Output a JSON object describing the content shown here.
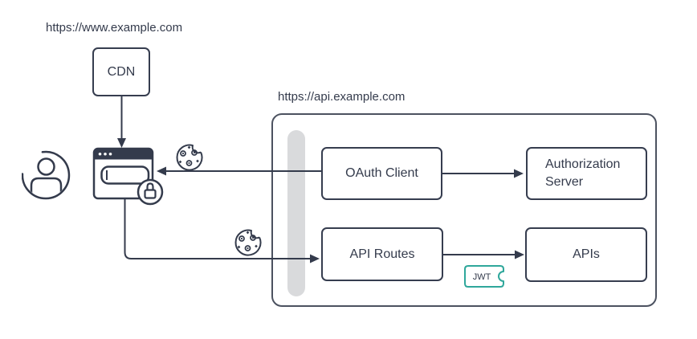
{
  "domains": {
    "www": "https://www.example.com",
    "api": "https://api.example.com"
  },
  "nodes": {
    "cdn": "CDN",
    "oauth_client": "OAuth Client",
    "authorization_server": "Authorization Server",
    "api_routes": "API Routes",
    "apis": "APIs"
  },
  "badges": {
    "jwt": "JWT"
  },
  "icons": {
    "user": "user-icon",
    "browser": "browser-window-icon",
    "lock": "lock-badge-icon",
    "cookie_top": "cookie-icon",
    "cookie_bottom": "cookie-icon",
    "ticket": "jwt-ticket-icon"
  },
  "connections": [
    {
      "from": "CDN",
      "to": "browser"
    },
    {
      "from": "OAuth Client",
      "to": "browser"
    },
    {
      "from": "OAuth Client",
      "to": "Authorization Server"
    },
    {
      "from": "browser",
      "to": "API Routes"
    },
    {
      "from": "API Routes",
      "to": "APIs"
    }
  ],
  "colors": {
    "ink": "#343b4c",
    "container_border": "#4c5260",
    "bar_gray": "#d9dadc",
    "ticket_teal": "#2fa79b",
    "background": "#ffffff"
  }
}
